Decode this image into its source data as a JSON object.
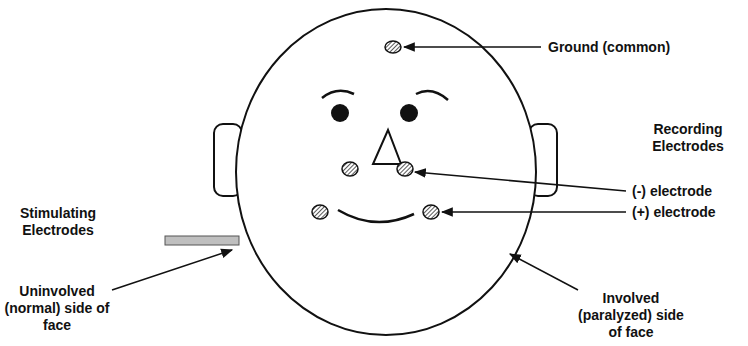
{
  "diagram": {
    "labels": [
      "Ground (common)",
      "Recording Electrodes",
      "(-) electrode",
      "(+) electrode",
      "Stimulating Electrodes",
      "Uninvolved (normal) side of face",
      "Involved (paralyzed) side of face"
    ]
  }
}
